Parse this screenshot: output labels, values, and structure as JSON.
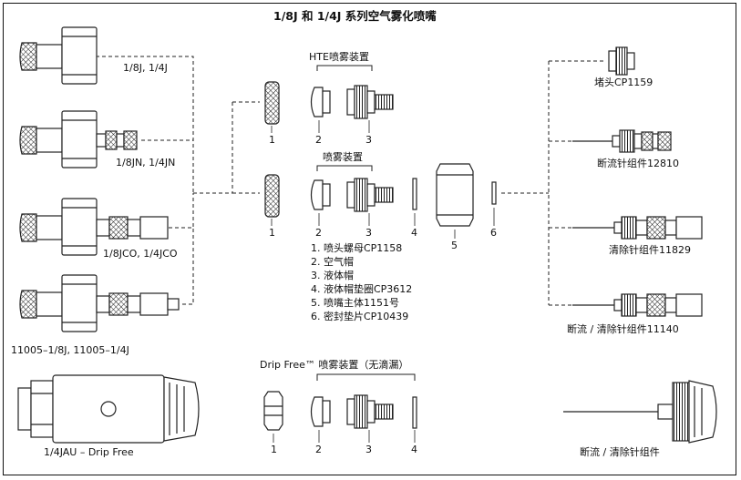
{
  "title": "1/8J 和 1/4J 系列空气雾化喷嘴",
  "bodies": [
    {
      "label": "1/8J, 1/4J"
    },
    {
      "label": "1/8JN, 1/4JN"
    },
    {
      "label": "1/8JCO, 1/4JCO"
    },
    {
      "label": "11005–1/8J, 11005–1/4J"
    }
  ],
  "drip_body_label": "1/4JAU – Drip Free",
  "hte_assembly_label": "HTE喷雾装置",
  "spray_assembly_label": "喷雾装置",
  "drip_assembly_label": "Drip Free™ 喷雾装置（无滴漏）",
  "part_numbers": {
    "hte": [
      "1",
      "2",
      "3"
    ],
    "spray": [
      "1",
      "2",
      "3",
      "4",
      "5",
      "6"
    ],
    "drip": [
      "1",
      "2",
      "3",
      "4"
    ]
  },
  "legend": [
    "1. 喷头螺母CP1158",
    "2. 空气帽",
    "3. 液体帽",
    "4. 液体帽垫圈CP3612",
    "5. 喷嘴主体1151号",
    "6. 密封垫片CP10439"
  ],
  "right_options": [
    {
      "label": "堵头CP1159"
    },
    {
      "label": "断流针组件12810"
    },
    {
      "label": "清除针组件11829"
    },
    {
      "label": "断流 / 清除针组件11140"
    }
  ],
  "drip_needle_label": "断流 / 清除针组件"
}
